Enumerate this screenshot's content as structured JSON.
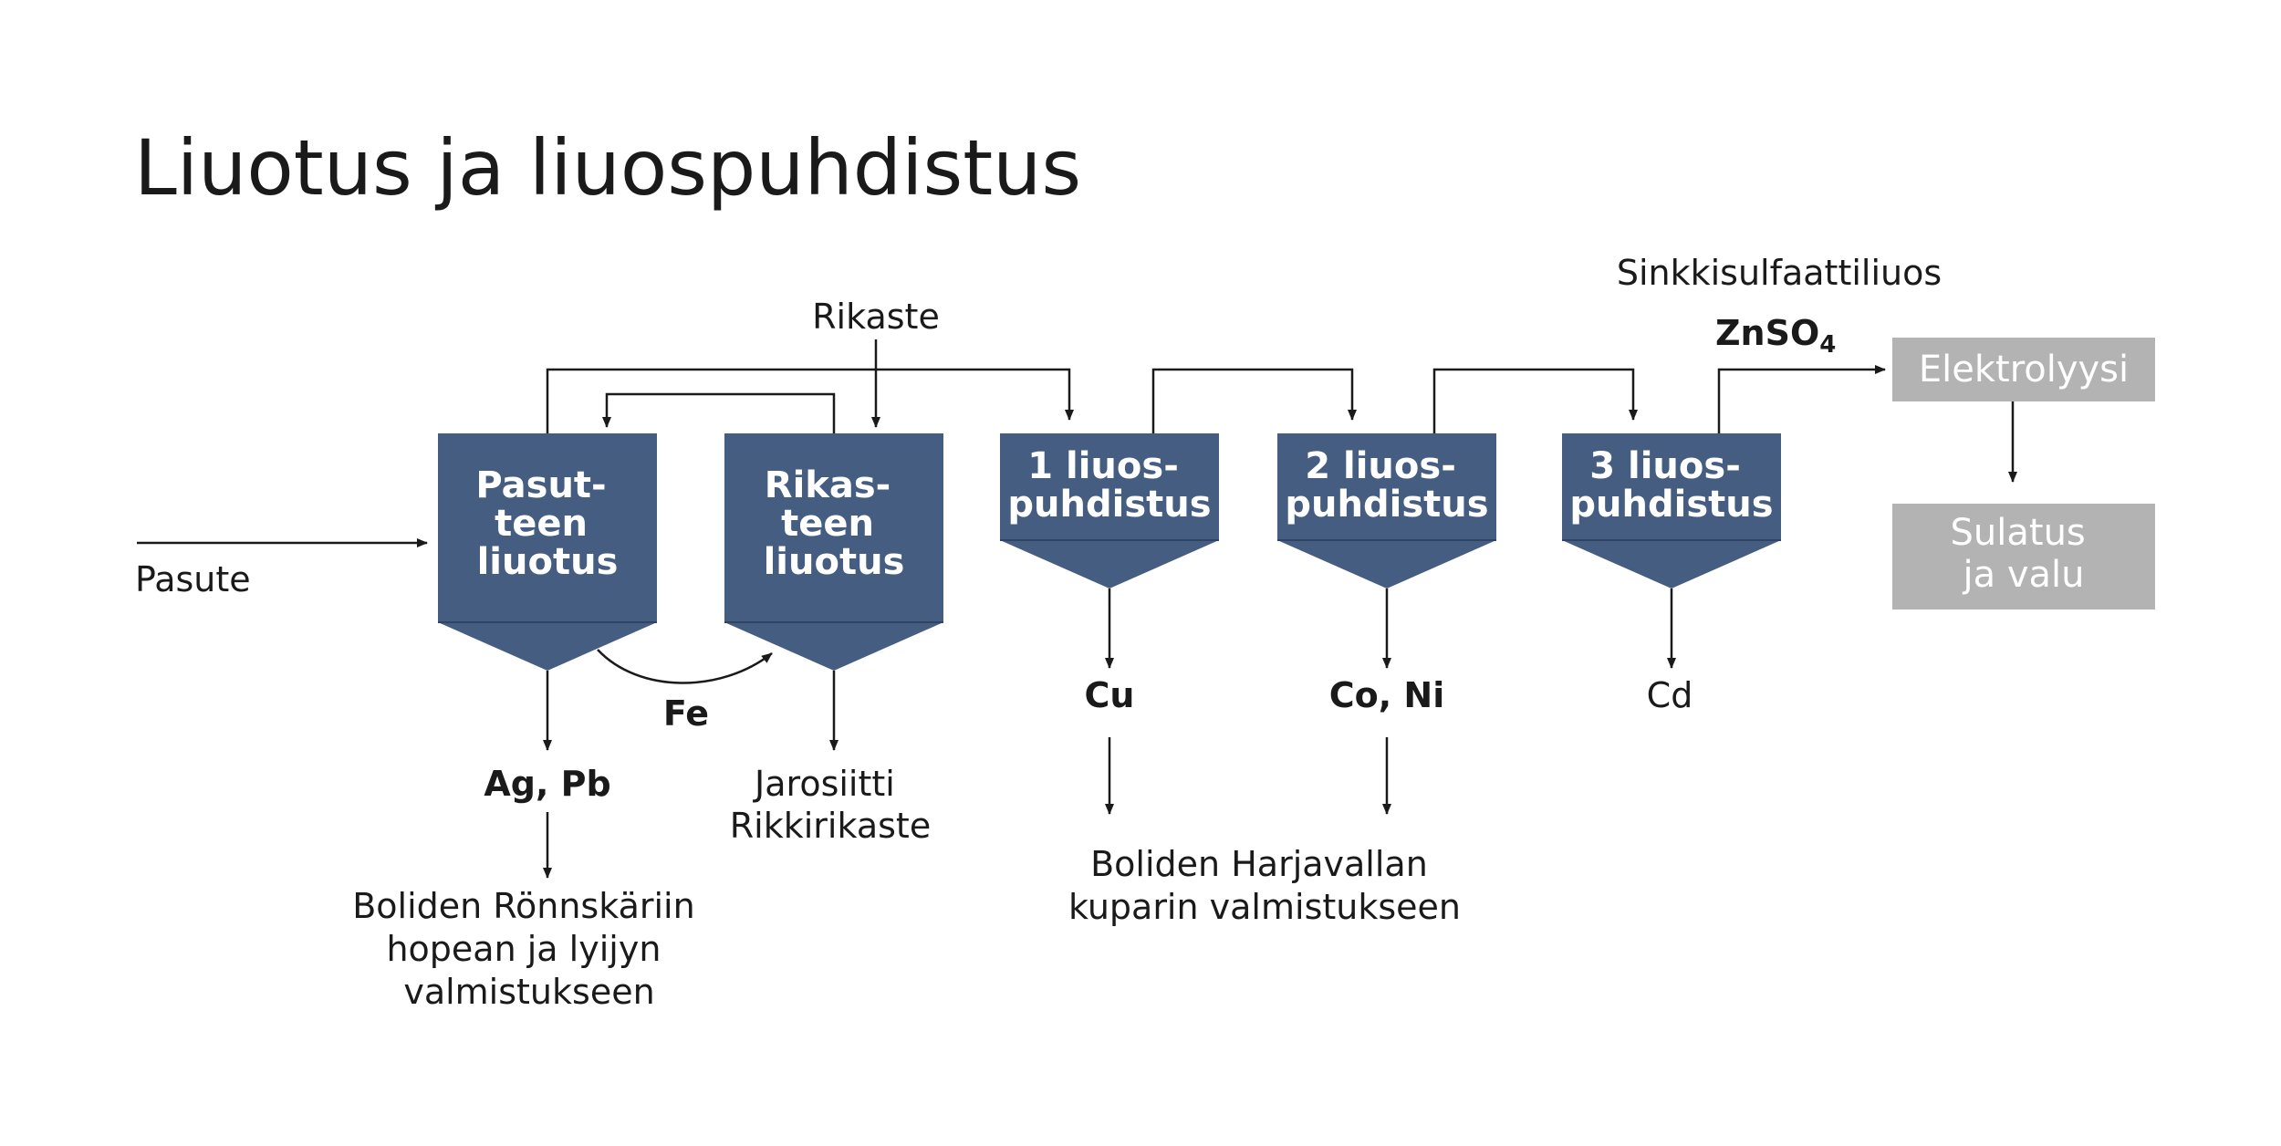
{
  "title": "Liuotus ja liuospuhdistus",
  "inputs": {
    "pasute": "Pasute",
    "rikaste": "Rikaste"
  },
  "tanks": [
    {
      "lines": [
        "Pasut-",
        "teen",
        "liuotus"
      ]
    },
    {
      "lines": [
        "Rikas-",
        "teen",
        "liuotus"
      ]
    },
    {
      "lines": [
        "1 liuos-",
        "puhdistus"
      ]
    },
    {
      "lines": [
        "2 liuos-",
        "puhdistus"
      ]
    },
    {
      "lines": [
        "3 liuos-",
        "puhdistus"
      ]
    }
  ],
  "products": {
    "fe": "Fe",
    "ag_pb": "Ag, Pb",
    "jarosiitti": [
      "Jarosiitti",
      "Rikkirikaste"
    ],
    "cu": "Cu",
    "co_ni": "Co, Ni",
    "cd": "Cd"
  },
  "destinations": {
    "ronnskar": [
      "Boliden Rönnskäriin",
      "hopean ja lyijyn",
      "valmistukseen"
    ],
    "harjavalta": [
      "Boliden Harjavallan",
      "kuparin valmistukseen"
    ]
  },
  "solution": {
    "name": "Sinkkisulfaattiliuos",
    "formula_main": "ZnSO",
    "formula_sub": "4"
  },
  "grey_boxes": {
    "elektrolyysi": "Elektrolyysi",
    "sulatus": [
      "Sulatus",
      "ja valu"
    ]
  },
  "colors": {
    "tank": "#455d80",
    "grey_box": "#b3b3b3",
    "line": "#1a1a1a"
  }
}
